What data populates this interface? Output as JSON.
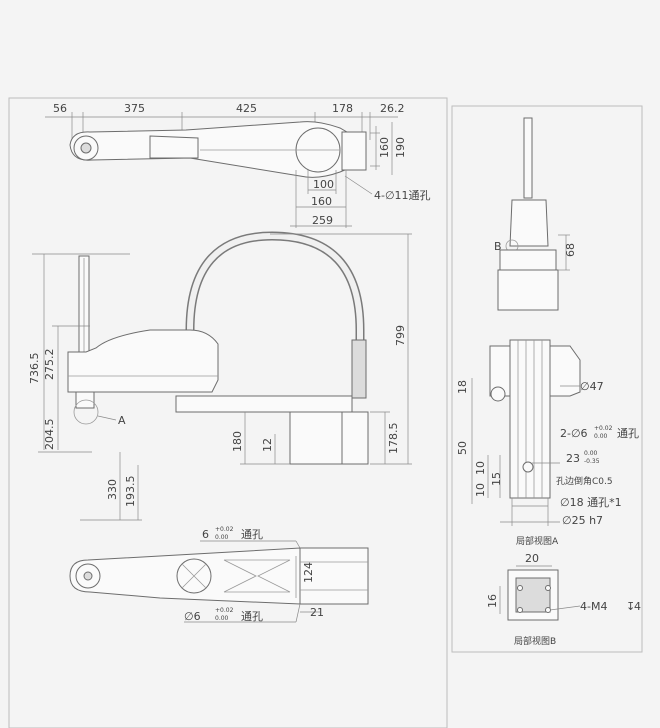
{
  "top_view": {
    "dims": [
      "56",
      "375",
      "425",
      "178",
      "26.2",
      "160",
      "190",
      "100",
      "160",
      "259"
    ],
    "hole_note": "4-∅11通孔"
  },
  "side_view": {
    "dims_left": [
      "736.5",
      "275.2",
      "204.5",
      "330",
      "193.5"
    ],
    "dims_right": [
      "799",
      "180",
      "12",
      "178.5"
    ],
    "marker_a": "A"
  },
  "bottom_view": {
    "hole_top_prefix": "6",
    "hole_top_tol_upper": "+0.02",
    "hole_top_tol_lower": "0.00",
    "hole_top_suffix": "通孔",
    "hole_bottom_prefix": "∅6",
    "hole_bottom_tol_upper": "+0.02",
    "hole_bottom_tol_lower": "0.00",
    "hole_bottom_suffix": "通孔",
    "dims": [
      "124",
      "21"
    ]
  },
  "right_view": {
    "marker_b": "B",
    "dim_68": "68",
    "dim_18": "18",
    "dim_50": "50",
    "dim_10": "10",
    "dim_10b": "10",
    "dim_15": "15",
    "dia_47": "∅47",
    "hole_note_prefix": "2-∅6",
    "hole_note_tol_upper": "+0.02",
    "hole_note_tol_lower": "0.00",
    "hole_note_suffix": "通孔",
    "dim_23": "23",
    "dim_23_tol_upper": "0.00",
    "dim_23_tol_lower": "-0.35",
    "chamfer_note": "孔边倒角C0.5",
    "bore_note": "∅18 通孔*1",
    "shaft_note": "∅25 h7",
    "detail_a_title": "局部视图A"
  },
  "detail_b": {
    "dim_20": "20",
    "dim_16": "16",
    "thread_note": "4-M4",
    "thread_depth": "4",
    "title": "局部视图B"
  }
}
